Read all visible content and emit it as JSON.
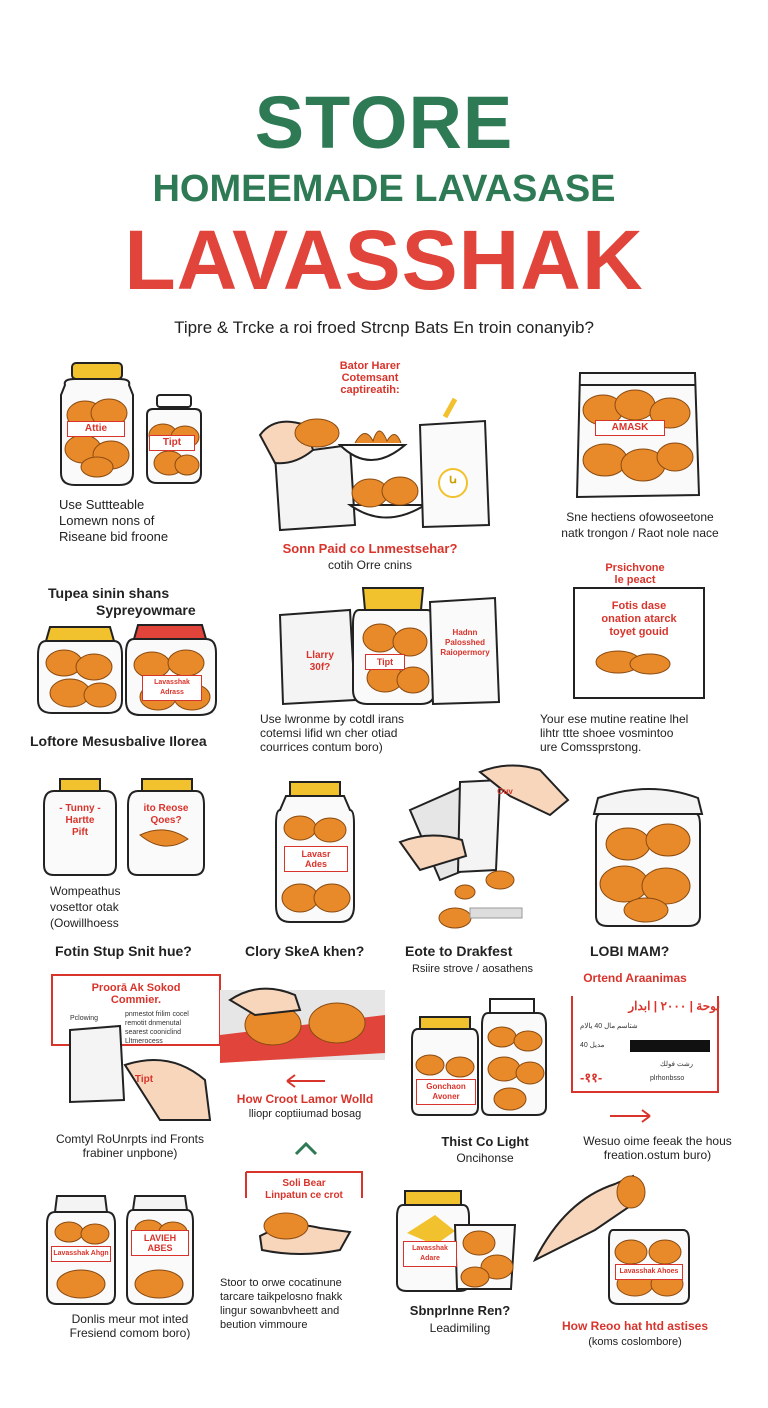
{
  "title": {
    "line1": "STORE",
    "line2": "HOMEEMADE  LAVASASE",
    "line3": "LAVASSHAK",
    "subtitle": "Tipre & Trcke a roi froed Strcnp Bats En troin conanyib?"
  },
  "colors": {
    "green": "#2e7a55",
    "red": "#e0443b",
    "orange": "#e88a2a",
    "lid": "#f2c12e"
  },
  "row1": {
    "jars": {
      "label_a": "Attie",
      "label_b": "Tipt",
      "caption": "Use Suttteable\nLomewn nons of\nRiseane bid froone"
    },
    "bags": {
      "top": "Bator Harer\nCotemsant\ncaptireatih:",
      "bag_mark": "ꭎ",
      "caption_red": "Sonn Paid co Lnmestsehar?",
      "caption": "cotih Orre cnins"
    },
    "bag": {
      "label": "AMASK",
      "caption": "Sne hectiens ofowoseetone\nnatk trongon / Raot nole nace"
    }
  },
  "row2": {
    "jars": {
      "head1": "Tupea sinin shans",
      "head2": "Sypreyowmare",
      "label": "Lavasshak Adrass",
      "caption": "Loftore Mesusbalive Ilorea"
    },
    "bags": {
      "bag_a": "Llarry\n30f?",
      "jar_label": "Tipt",
      "bag_b": "Hadnn\nPalosshed\nRaiopermory",
      "caption": "Use lwronme by cotdl irans\ncotemsi lifid wn cher otiad\ncourrices contum boro)"
    },
    "card": {
      "top": "Prsichvone\nle peact",
      "text": "Fotis dase\nonation atarck\ntoyet gouid",
      "caption": "Your ese mutine reatine lhel\nlihtr ttte shoee vosmintoo\nure Comssprstong."
    }
  },
  "row3": {
    "bags": {
      "bag_a": "- Tunny -\nHartte\nPift",
      "bag_b": "ito Reose\nQoes?",
      "caption": "Wompeathus\nvosettor otak\n(Oowillhoess"
    },
    "jar": {
      "label": "Lavasr\nAdes",
      "head": "Clory SkeA khen?"
    },
    "hands": {
      "sign": "Ouv",
      "head": "Eote to Drakfest",
      "caption": "Rsiire strove / aosathens"
    },
    "jar_cloth": {
      "head": "LOBI MAM?"
    },
    "row_head_left": "Fotin Stup Snit hue?"
  },
  "row4": {
    "card": {
      "title": "Proorā Ak Sokod\nCommier.",
      "side": "Pclowing",
      "lines": "pnmestot frilim cocel\nremotit dnmenutal\nsearest cooniclind\nLltmerocess",
      "tag": "Tipt",
      "caption": "Comtyl RoUnrpts ind Fronts\nfrabiner unpbone)"
    },
    "tray": {
      "caption_red": "How Croot Lamor Wolld",
      "caption": "lliopr coptiiumad bosag"
    },
    "jars": {
      "label": "Gonchaon\nAvoner",
      "head": "Thist Co Light",
      "caption": "Oncihonse"
    },
    "ledger": {
      "head": "Ortend Araanimas",
      "arabic": "لوحة | ٢٠٠٠ | ابدار",
      "rows": [
        "ﺷﺘﺎﺳﻢ ﻣﺎﻝ  40  ﻳﺎﻻﻡ",
        "40  ﻣﺪﻳﻞ",
        "ﺭﺷﺖ ﻓﻮﻟﻚ"
      ],
      "foot_left": "-११-",
      "foot_right": "plrhonbsso",
      "caption": "Wesuo oime feeak the hous\nfreation.ostum buro)"
    }
  },
  "row5": {
    "jars": {
      "label_a": "Lavasshak Ahgn",
      "label_b": "LAVIEH\nABES",
      "caption": "Donlis meur mot inted\nFresiend comom boro)"
    },
    "hand": {
      "sign": "Soli Bear\nLinpatun ce crot",
      "caption": "Stoor to orwe cocatinune\ntarcare taikpelosno fnakk\nlingur sowanbvheett and\nbeution vimmoure"
    },
    "jar_open": {
      "label": "Lavasshak\nAdare",
      "head": "Sbnprlnne Ren?",
      "caption": "Leadimiling"
    },
    "hand_jar": {
      "label": "Lavasshak Ahoes",
      "caption_red": "How Reoo hat  htd astises",
      "caption": "(koms coslombore)"
    }
  }
}
